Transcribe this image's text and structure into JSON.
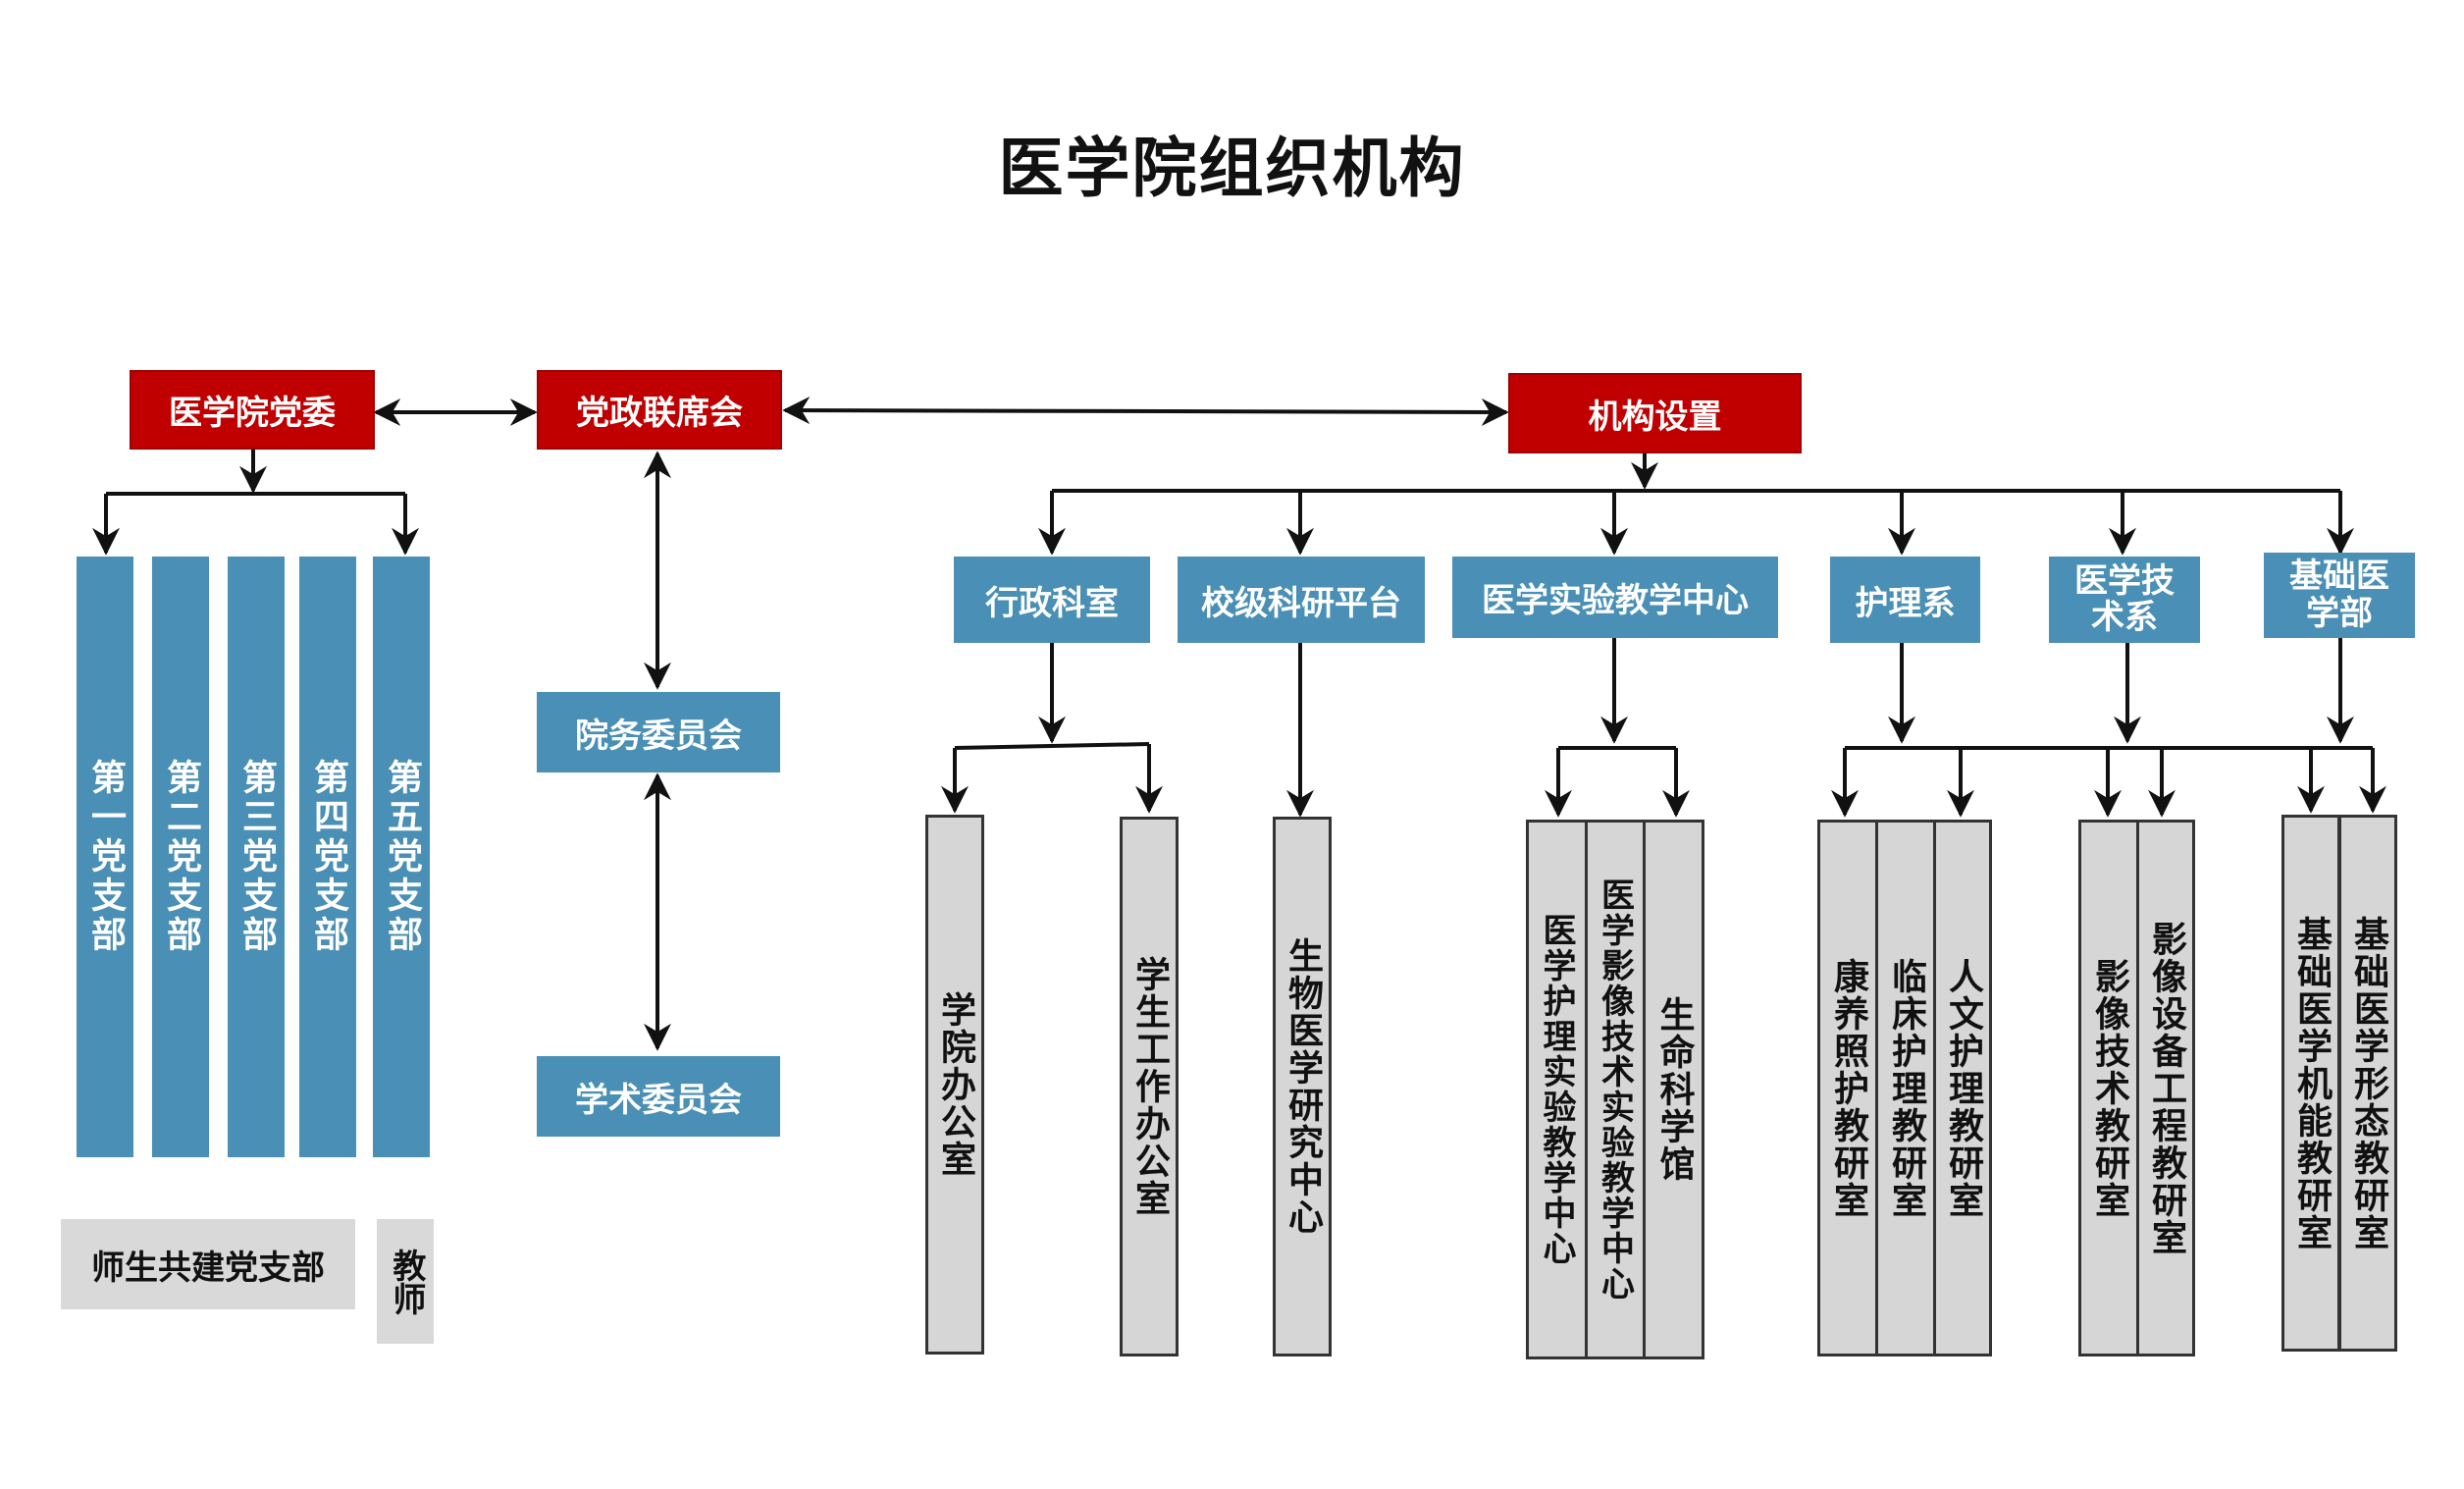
{
  "title": "医学院组织机构",
  "top": {
    "party_committee": "医学院党委",
    "joint_meeting": "党政联席会",
    "org_setup": "机构设置"
  },
  "party_branches": [
    "第一党支部",
    "第二党支部",
    "第三党支部",
    "第四党支部",
    "第五党支部"
  ],
  "bottom_left": {
    "co_branch": "师生共建党支部",
    "teacher": "教师"
  },
  "committees": [
    "院务委员会",
    "学术委员会"
  ],
  "departments": [
    "行政科室",
    "校级科研平台",
    "医学实验教学中心",
    "护理系",
    "医学技术系",
    "基础医学部"
  ],
  "sub_units": {
    "admin": [
      "学院办公室",
      "学生工作办公室"
    ],
    "research": [
      "生物医学研究中心"
    ],
    "lab_center": [
      "医学护理实验教学中心",
      "医学影像技术实验教学中心",
      "生命科学馆"
    ],
    "nursing": [
      "康养照护教研室",
      "临床护理教研室",
      "人文护理教研室"
    ],
    "med_tech": [
      "影像技术教研室",
      "影像设备工程教研室"
    ],
    "basic_med": [
      "基础医学机能教研室",
      "基础医学形态教研室"
    ]
  },
  "colors": {
    "red": "#c00000",
    "blue": "#4a8fb5",
    "gray": "#d6d6d6",
    "line": "#111111"
  }
}
